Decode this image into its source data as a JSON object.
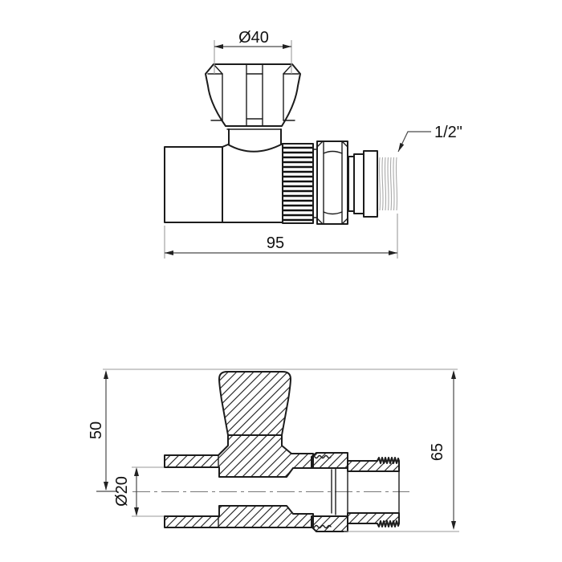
{
  "drawing": {
    "type": "technical-drawing",
    "subject": "straight-radiator-valve-two-views",
    "top_view": {
      "knob_diameter_label": "Ø40",
      "thread_size_label": "1/2\"",
      "overall_length_label": "95"
    },
    "bottom_view": {
      "height_to_center_label": "50",
      "bore_diameter_label": "Ø20",
      "overall_height_label": "65"
    },
    "colors": {
      "outline": "#1c1c1c",
      "dimension_line": "#4a4a4a",
      "extension_line": "#9a9a9a",
      "thread_line": "#ababab",
      "background": "#ffffff"
    }
  }
}
